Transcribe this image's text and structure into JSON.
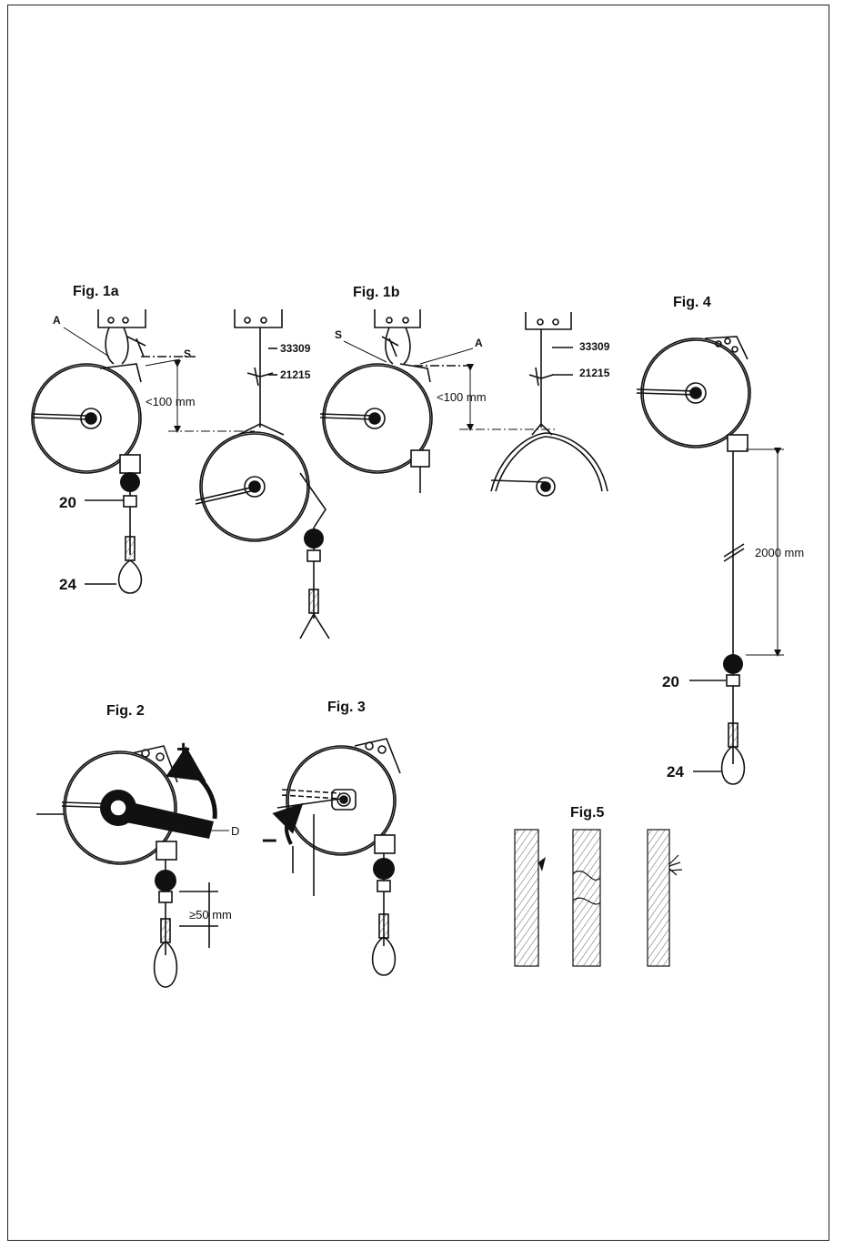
{
  "figures": {
    "fig1a": {
      "title": "Fig. 1a",
      "label_a": "A",
      "label_s": "S",
      "dimension": "<100 mm",
      "label_20": "20",
      "label_24": "24",
      "part_cable": "33309",
      "part_clamp": "21215"
    },
    "fig1b": {
      "title": "Fig. 1b",
      "label_s": "S",
      "label_a": "A",
      "dimension": "<100 mm",
      "part_cable": "33309",
      "part_clamp": "21215"
    },
    "fig2": {
      "title": "Fig. 2",
      "plus": "+",
      "label_d": "D",
      "dimension": "≥50 mm"
    },
    "fig3": {
      "title": "Fig. 3",
      "minus": "–"
    },
    "fig4": {
      "title": "Fig. 4",
      "dimension": "2000 mm",
      "label_20": "20",
      "label_24": "24"
    },
    "fig5": {
      "title": "Fig.5"
    }
  }
}
